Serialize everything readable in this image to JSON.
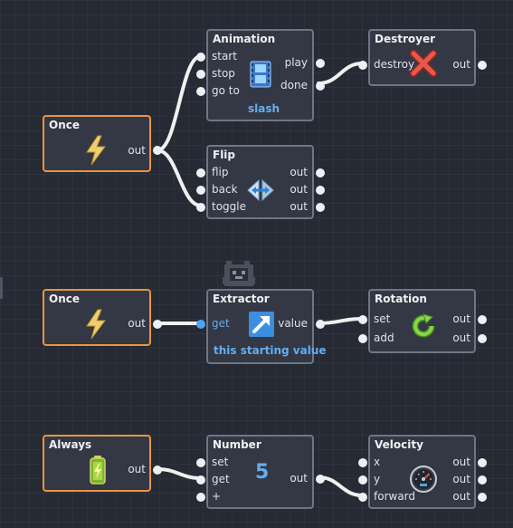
{
  "nodes": {
    "once1": {
      "title": "Once",
      "out": "out"
    },
    "animation": {
      "title": "Animation",
      "inputs": [
        "start",
        "stop",
        "go to"
      ],
      "outputs": [
        "play",
        "done"
      ],
      "value": "slash"
    },
    "destroyer": {
      "title": "Destroyer",
      "input": "destroy",
      "out": "out"
    },
    "flip": {
      "title": "Flip",
      "inputs": [
        "flip",
        "back",
        "toggle"
      ],
      "outputs": [
        "out",
        "out",
        "out"
      ]
    },
    "once2": {
      "title": "Once",
      "out": "out"
    },
    "extractor": {
      "title": "Extractor",
      "input": "get",
      "output": "value",
      "value": "this starting value"
    },
    "rotation": {
      "title": "Rotation",
      "inputs": [
        "set",
        "add"
      ],
      "outputs": [
        "out",
        "out"
      ]
    },
    "always": {
      "title": "Always",
      "out": "out"
    },
    "number": {
      "title": "Number",
      "inputs": [
        "set",
        "get",
        "+"
      ],
      "out": "out",
      "value": "5"
    },
    "velocity": {
      "title": "Velocity",
      "inputs": [
        "x",
        "y",
        "forward"
      ],
      "outputs": [
        "out",
        "out",
        "out"
      ]
    }
  },
  "icons": {
    "once": "lightning-icon",
    "animation": "film-strip-icon",
    "destroyer": "red-x-icon",
    "flip": "flip-arrows-icon",
    "extractor": "diagonal-arrow-icon",
    "rotation": "rotate-icon",
    "always": "battery-icon",
    "velocity": "speedometer-icon",
    "sprite": "pixel-creature-icon"
  },
  "colors": {
    "background": "#262a34",
    "node_fill": "#343844",
    "node_border": "#6e7686",
    "event_border": "#e8963a",
    "accent_blue": "#64aef0",
    "wire": "#f0f0f0"
  }
}
